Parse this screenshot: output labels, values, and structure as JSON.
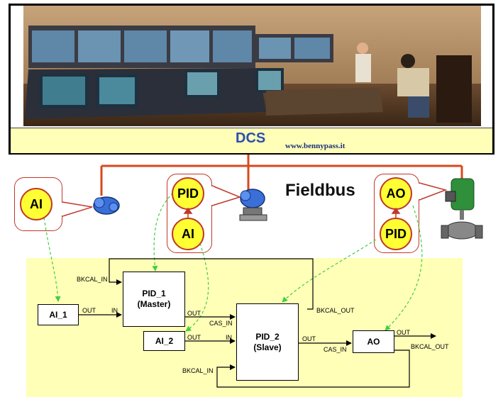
{
  "header": {
    "dcs_label": "DCS",
    "website": "www.bennypass.it"
  },
  "network": {
    "fieldbus_label": "Fieldbus"
  },
  "devices": {
    "left_bubble": {
      "blocks": [
        "AI"
      ]
    },
    "middle_bubble": {
      "blocks": [
        "PID",
        "AI"
      ]
    },
    "right_bubble": {
      "blocks": [
        "AO",
        "PID"
      ]
    }
  },
  "diagram": {
    "blocks": {
      "ai1": "AI_1",
      "pid1_name": "PID_1",
      "pid1_role": "(Master)",
      "ai2": "AI_2",
      "pid2_name": "PID_2",
      "pid2_role": "(Slave)",
      "ao": "AO"
    },
    "ports": {
      "ai1_out": "OUT",
      "pid1_in": "IN",
      "pid1_bkcal_in": "BKCAL_IN",
      "pid1_out": "OUT",
      "ai2_out": "OUT",
      "pid2_cas_in": "CAS_IN",
      "pid2_in": "IN",
      "pid2_bkcal_out": "BKCAL_OUT",
      "pid2_out": "OUT",
      "pid2_bkcal_in": "BKCAL_IN",
      "ao_cas_in": "CAS_IN",
      "ao_out": "OUT",
      "ao_bkcal_out": "BKCAL_OUT"
    }
  },
  "colors": {
    "bus_line": "#d9481c",
    "bubble_border": "#c0392b",
    "circle_fill": "#ffff33",
    "panel_fill": "#ffffb8",
    "dashed_arrow": "#44cc44",
    "dcs_bar": "#ffffb8"
  }
}
